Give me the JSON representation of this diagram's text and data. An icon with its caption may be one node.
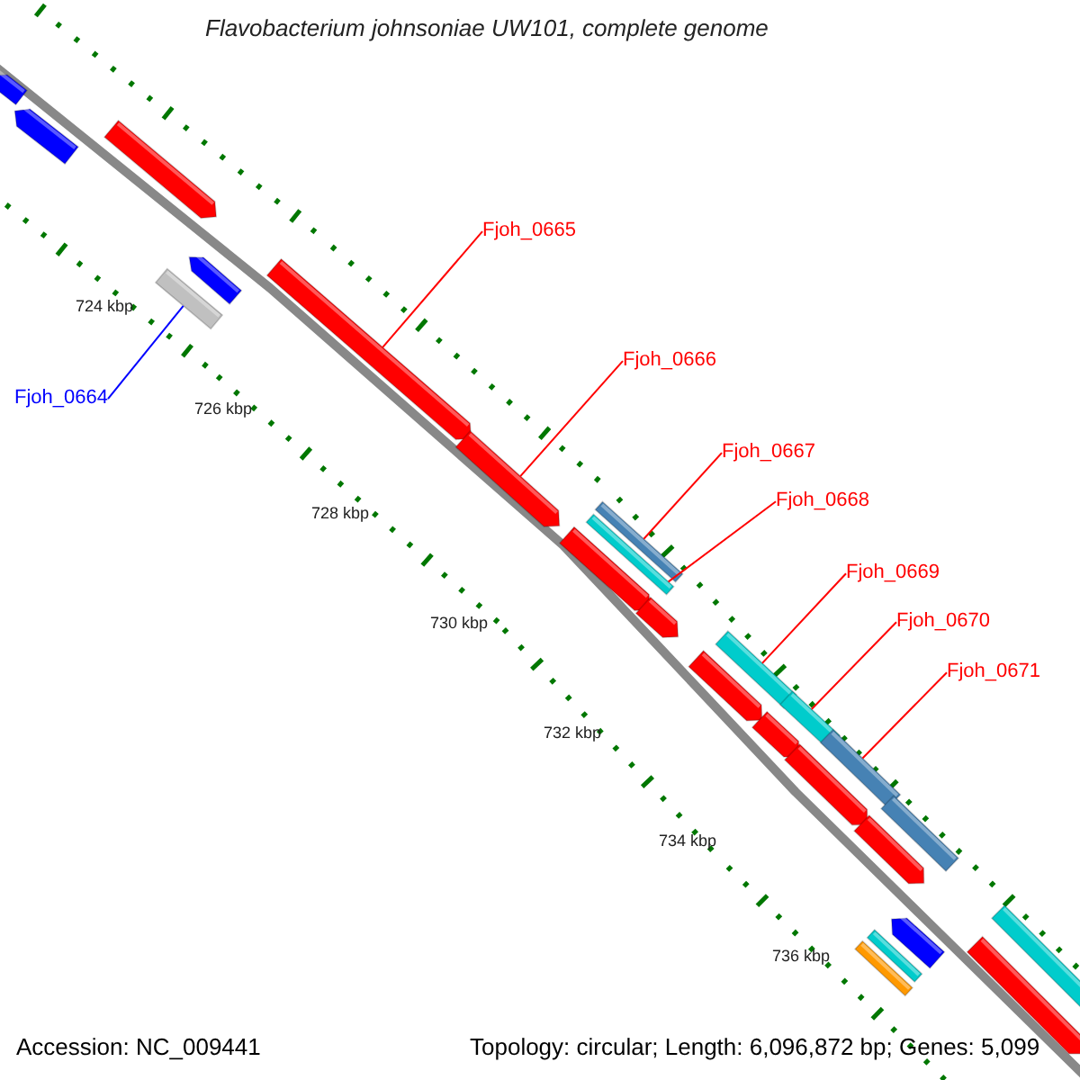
{
  "diagram": {
    "title": "Flavobacterium johnsoniae UW101, complete genome",
    "nodes": [
      {
        "text": [
          "Fjoh_0664"
        ]
      },
      {
        "text": [],
        "shape": "bar"
      },
      {
        "text": [
          "Fjoh_0665"
        ]
      },
      {
        "text": [],
        "shape": "bar"
      },
      {
        "text": [
          "Fjoh_0666"
        ]
      },
      {
        "text": [],
        "shape": "bar"
      },
      {
        "text": [
          "Fjoh_0667"
        ]
      },
      {
        "text": [],
        "shape": "bar"
      },
      {
        "text": [
          "Fjoh_0668"
        ]
      },
      {
        "text": [],
        "shape": "bar"
      },
      {
        "text": [
          "Fjoh_0669"
        ]
      },
      {
        "text": [],
        "shape": "bar"
      },
      {
        "text": [
          "Fjoh_0670"
        ]
      },
      {
        "text": [],
        "shape": "bar"
      },
      {
        "text": [
          "Fjoh_0671"
        ]
      },
      {
        "text": [],
        "shape": "bar"
      },
      {
        "text": [],
        "shape": "bar"
      },
      {
        "text": [],
        "shape": "bar"
      },
      {
        "text": [],
        "shape": "bar"
      },
      {
        "text": [],
        "shape": "bar"
      },
      {
        "text": [],
        "shape": "bar"
      },
      {
        "text": [],
        "shape": "bar"
      },
      {
        "text": [],
        "shape": "bar"
      },
      {
        "text": [],
        "shape": "bar"
      },
      {
        "text": [],
        "shape": "bar"
      },
      {
        "text": [],
        "shape": "bar"
      },
      {
        "text": [],
        "shape": "bar"
      },
      {
        "text": [],
        "shape": "bar"
      },
      {
        "text": [],
        "shape": "bar"
      },
      {
        "text": [],
        "shape": "bar"
      },
      {
        "text": [],
        "shape": "bar"
      },
      {
        "text": [],
        "shape": "bar"
      }
    ],
    "edges": [
      {
        "from": 0,
        "to": 1,
        "arrow": "none",
        "color": "#0000ff"
      },
      {
        "from": 2,
        "to": 3,
        "arrow": "none"
      },
      {
        "from": 4,
        "to": 5,
        "arrow": "none"
      },
      {
        "from": 6,
        "to": 7,
        "arrow": "none"
      },
      {
        "from": 8,
        "to": 9,
        "arrow": "none"
      },
      {
        "from": 10,
        "to": 11,
        "arrow": "none"
      },
      {
        "from": 12,
        "to": 13,
        "arrow": "none"
      },
      {
        "from": 14,
        "to": 15,
        "arrow": "none"
      }
    ],
    "labels": [
      "724 kbp",
      "726 kbp",
      "728 kbp",
      "730 kbp",
      "732 kbp",
      "734 kbp",
      "736 kbp",
      "Accession: NC_009441",
      "Topology: circular; Length: 6,096,872 bp; Genes: 5,099"
    ]
  }
}
